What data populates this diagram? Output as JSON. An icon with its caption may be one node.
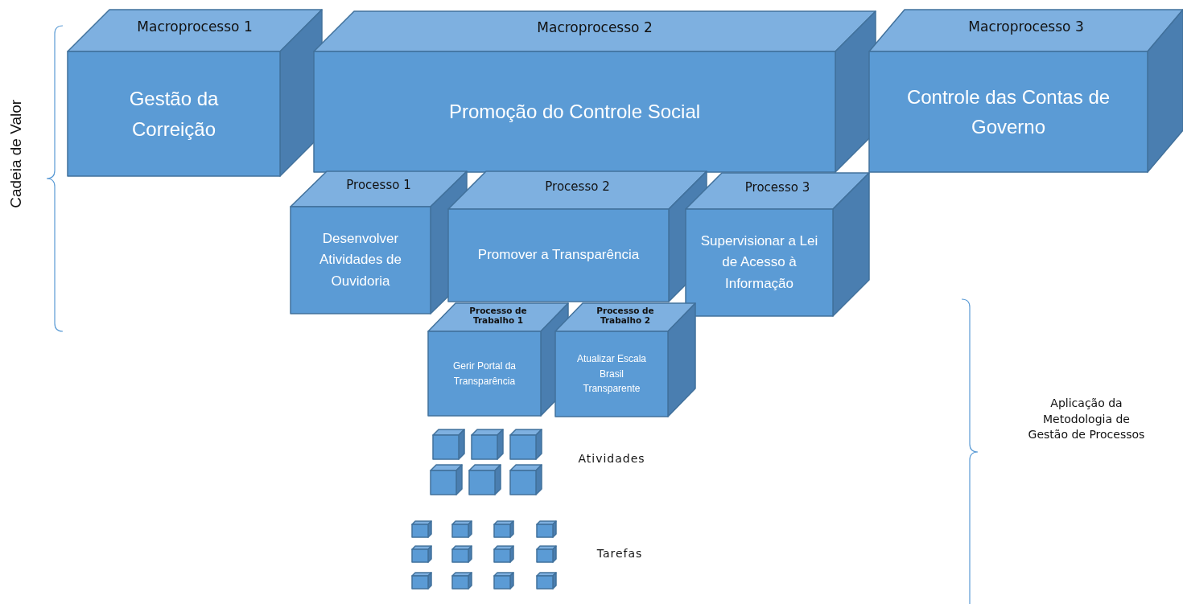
{
  "diagram": {
    "nodes": [
      {
        "text": [
          "Macroprocesso 1",
          "Gestão da Correição"
        ]
      },
      {
        "text": [
          "Macroprocesso 2",
          "Promoção do Controle Social"
        ]
      },
      {
        "text": [
          "Macroprocesso 3",
          "Controle das Contas de Governo"
        ]
      },
      {
        "text": [
          "Processo 1",
          "Desenvolver Atividades de Ouvidoria"
        ]
      },
      {
        "text": [
          "Processo 2",
          "Promover a Transparência"
        ]
      },
      {
        "text": [
          "Processo 3",
          "Supervisionar a Lei de Acesso à Informação"
        ]
      },
      {
        "text": [
          "Processo de Trabalho 1",
          "Gerir Portal da Transparência"
        ]
      },
      {
        "text": [
          "Processo de Trabalho 2",
          "Atualizar Escala Brasil Transparente"
        ]
      },
      {
        "text": [],
        "shape": "box"
      },
      {
        "text": [],
        "shape": "box"
      },
      {
        "text": [],
        "shape": "box"
      },
      {
        "text": [],
        "shape": "box"
      },
      {
        "text": [],
        "shape": "box"
      },
      {
        "text": [],
        "shape": "box"
      },
      {
        "text": [],
        "shape": "box"
      },
      {
        "text": [],
        "shape": "box"
      },
      {
        "text": [],
        "shape": "box"
      },
      {
        "text": [],
        "shape": "box"
      },
      {
        "text": [],
        "shape": "box"
      },
      {
        "text": [],
        "shape": "box"
      },
      {
        "text": [],
        "shape": "box"
      },
      {
        "text": [],
        "shape": "box"
      },
      {
        "text": [],
        "shape": "box"
      },
      {
        "text": [],
        "shape": "box"
      },
      {
        "text": [],
        "shape": "box"
      },
      {
        "text": [],
        "shape": "box"
      }
    ],
    "labels": [
      "Cadeia de Valor",
      "Atividades",
      "Tarefas",
      "Aplicação da Metodologia de Gestão de Processos"
    ]
  }
}
